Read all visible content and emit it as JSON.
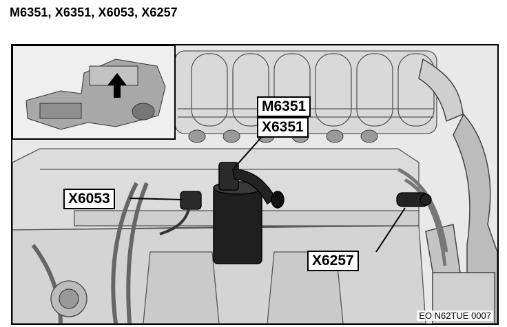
{
  "title": "M6351, X6351, X6053, X6257",
  "callouts": {
    "m6351": "M6351",
    "x6351": "X6351",
    "x6053": "X6053",
    "x6257": "X6257"
  },
  "figure_code": "EO N62TUE 0007",
  "icons": [
    "engine-overview-inset",
    "locator-arrow-icon"
  ]
}
